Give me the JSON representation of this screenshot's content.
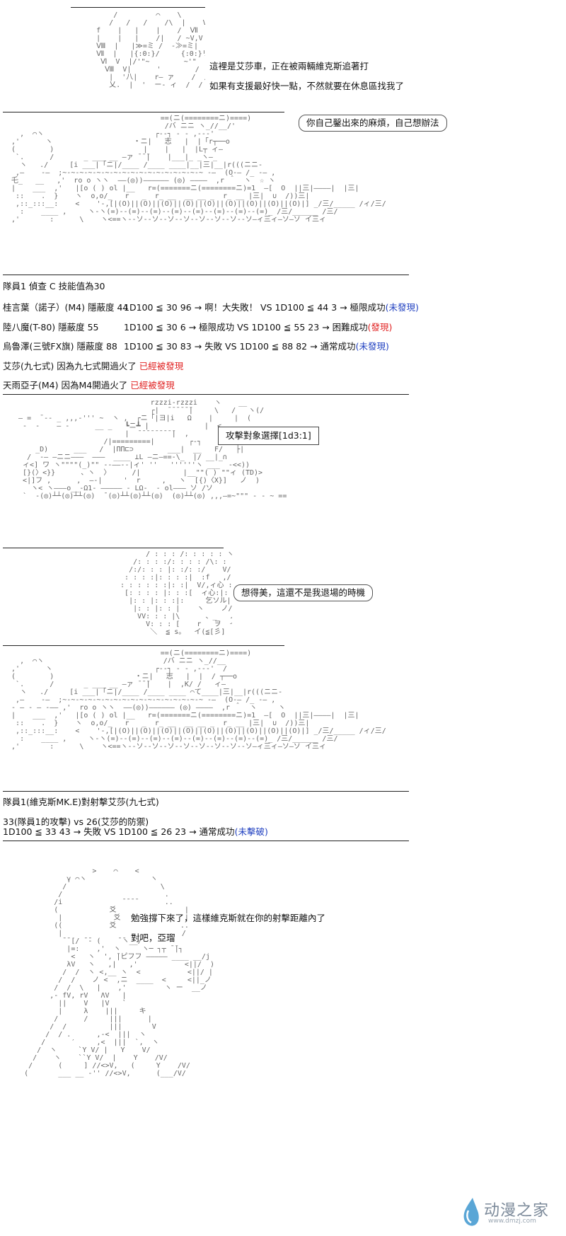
{
  "panel1": {
    "line1": "這裡是艾莎車，正在被兩輛維克斯追著打",
    "line2": "如果有支援最好快一點，不然就要在休息區找我了"
  },
  "panel2": {
    "bubble": "你自己鑿出來的麻煩，自己想辦法"
  },
  "recon": {
    "header": "隊員1 偵查 C 技能值為30",
    "rows": [
      {
        "name": "桂言葉（諾子）(M4) 隱蔽度 44",
        "roll": "1D100 ≦ 30  96 → 啊！大失敗！ VS 1D100 ≦ 44  3 → 極限成功",
        "result": "(未發現)"
      },
      {
        "name": "陸八魔(T-80) 隱蔽度 55",
        "roll": "1D100 ≦ 30  6 → 極限成功 VS 1D100 ≦ 55  23 → 困難成功",
        "result": "(發現)"
      },
      {
        "name": "烏魯澤(三號FX旗) 隱蔽度 88",
        "roll": "1D100 ≦ 30  83 → 失敗 VS 1D100 ≦ 88  82 → 通常成功",
        "result": "(未發現)"
      }
    ],
    "note1": {
      "text": "艾莎(九七式) 因為九七式開過火了",
      "status": "已經被發現"
    },
    "note2": {
      "text": "天雨亞子(M4) 因為M4開過火了",
      "status": "已經被發現"
    }
  },
  "panel3": {
    "box": "攻擊對象選擇[1d3:1]"
  },
  "panel4": {
    "bubble": "想得美，這還不是我退場的時機"
  },
  "attack": {
    "header": "隊員1(維克斯MK.E)對射擊艾莎(九七式)",
    "line1": "33(隊員1的攻擊) vs 26(艾莎的防禦)",
    "line2": "1D100 ≦ 33  43 → 失敗 VS 1D100 ≦ 26  23 → 通常成功",
    "result": "(未擊破)"
  },
  "panel5": {
    "line1": "勉強撐下來了，這樣維克斯就在你的射擊距離內了",
    "line2": "對吧，亞瑠"
  },
  "watermark": {
    "title": "动漫之家",
    "url": "www.dmzj.com"
  }
}
